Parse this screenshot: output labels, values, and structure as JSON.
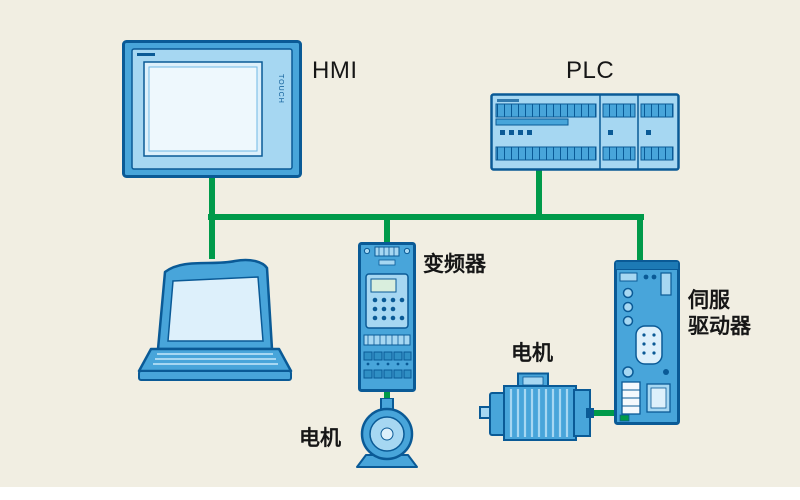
{
  "diagram": {
    "labels": {
      "hmi": "HMI",
      "plc": "PLC",
      "vfd": "变频器",
      "motor_left": "电机",
      "motor_right": "电机",
      "servo_line1": "伺服",
      "servo_line2": "驱动器",
      "hmi_touch": "TOUCH"
    },
    "colors": {
      "background": "#f1eee2",
      "network_green": "#009a4a",
      "device_blue": "#48a5da",
      "device_light_blue": "#a6d7f2",
      "device_panel": "#ddf0fb",
      "device_outline": "#0a5a96",
      "label_text": "#161616",
      "lcd_green": "#d9eedd"
    }
  }
}
